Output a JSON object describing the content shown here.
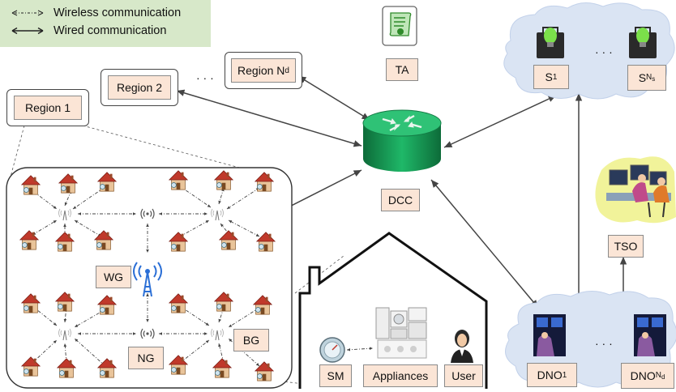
{
  "legend": {
    "wireless": "Wireless communication",
    "wired": "Wired communication"
  },
  "entities": {
    "ta": "TA",
    "dcc": "DCC",
    "tso": "TSO",
    "wg": "WG",
    "ng": "NG",
    "bg": "BG",
    "sm": "SM",
    "appliances": "Appliances",
    "user": "User"
  },
  "regions": {
    "r1": "Region 1",
    "r2": "Region 2",
    "rn_base": "Region N",
    "rn_sub": "d",
    "ellipsis": "· · ·"
  },
  "suppliers": {
    "base": "S",
    "first_sub": "1",
    "last_sub": "N",
    "last_subsub": "s",
    "ellipsis": "· · ·"
  },
  "dnos": {
    "base": "DNO",
    "first_sub": "1",
    "last_sub": "N",
    "last_subsub": "d",
    "ellipsis": "· · ·"
  },
  "colors": {
    "label_fill": "#fbe5d6",
    "legend_fill": "#d7e8c9",
    "cloud_fill": "#dae4f3",
    "router_green": "#1e9a5a",
    "house_wall": "#e9c49a",
    "house_roof": "#c0392b",
    "antenna_blue": "#2b6fd6"
  }
}
